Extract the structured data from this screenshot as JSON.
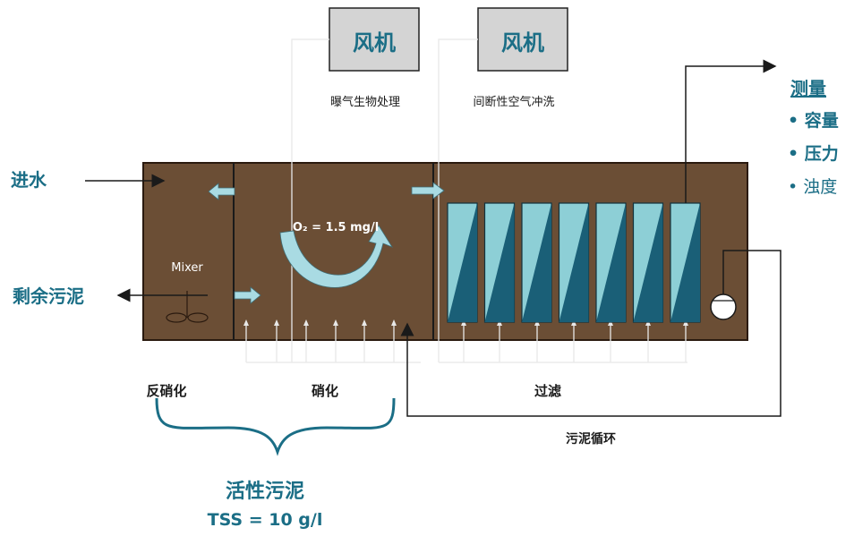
{
  "blowers": [
    {
      "label": "风机",
      "caption": "曝气生物处理"
    },
    {
      "label": "风机",
      "caption": "间断性空气冲洗"
    }
  ],
  "inflow_label": "进水",
  "excess_sludge_label": "剩余污泥",
  "mixer_label": "Mixer",
  "oxygen_label": "O₂ = 1.5 mg/l",
  "measurement": {
    "title": "测量",
    "items": [
      "• 容量",
      "• 压力",
      "• 浊度"
    ]
  },
  "zones": {
    "denitrification": "反硝化",
    "nitrification": "硝化",
    "filtration": "过滤"
  },
  "sludge_recirculation_label": "污泥循环",
  "activated_sludge": {
    "label": "活性污泥",
    "tss": "TSS = 10 g/l"
  },
  "colors": {
    "tank": "#6b4e35",
    "membrane_light": "#8dcfd6",
    "membrane_dark": "#1a5f77",
    "label_teal": "#1b6e86",
    "arrow_fill": "#a9dbe3"
  },
  "membrane_count": 7
}
